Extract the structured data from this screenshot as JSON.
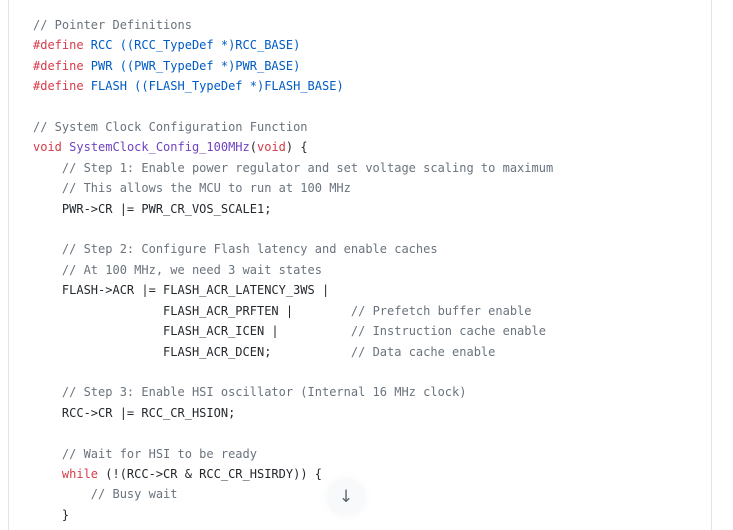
{
  "colors": {
    "comment": "#6a737d",
    "keyword": "#d73a49",
    "constant": "#005cc5",
    "function": "#6f42c1",
    "plain": "#24292e",
    "border": "#e1e4e8",
    "background": "#ffffff",
    "scroll_button_bg": "#f7f9fa",
    "scroll_button_arrow": "#5a6570"
  },
  "scroll_button": {
    "icon": "down-arrow-icon",
    "glyph": "↓"
  },
  "code": {
    "language": "c",
    "lines": [
      {
        "segs": [
          [
            "c",
            "// Pointer Definitions"
          ]
        ]
      },
      {
        "segs": [
          [
            "k",
            "#define"
          ],
          [
            "b",
            " RCC ((RCC_TypeDef *)RCC_BASE)"
          ]
        ]
      },
      {
        "segs": [
          [
            "k",
            "#define"
          ],
          [
            "b",
            " PWR ((PWR_TypeDef *)PWR_BASE)"
          ]
        ]
      },
      {
        "segs": [
          [
            "k",
            "#define"
          ],
          [
            "b",
            " FLASH ((FLASH_TypeDef *)FLASH_BASE)"
          ]
        ]
      },
      {
        "segs": []
      },
      {
        "segs": [
          [
            "c",
            "// System Clock Configuration Function"
          ]
        ]
      },
      {
        "segs": [
          [
            "k",
            "void"
          ],
          [
            "p",
            " "
          ],
          [
            "f",
            "SystemClock_Config_100MHz"
          ],
          [
            "p",
            "("
          ],
          [
            "k",
            "void"
          ],
          [
            "p",
            ") {"
          ]
        ]
      },
      {
        "segs": [
          [
            "c",
            "    // Step 1: Enable power regulator and set voltage scaling to maximum"
          ]
        ]
      },
      {
        "segs": [
          [
            "c",
            "    // This allows the MCU to run at 100 MHz"
          ]
        ]
      },
      {
        "segs": [
          [
            "p",
            "    PWR->CR |= PWR_CR_VOS_SCALE1;"
          ]
        ]
      },
      {
        "segs": []
      },
      {
        "segs": [
          [
            "c",
            "    // Step 2: Configure Flash latency and enable caches"
          ]
        ]
      },
      {
        "segs": [
          [
            "c",
            "    // At 100 MHz, we need 3 wait states"
          ]
        ]
      },
      {
        "segs": [
          [
            "p",
            "    FLASH->ACR |= FLASH_ACR_LATENCY_3WS |"
          ]
        ]
      },
      {
        "segs": [
          [
            "p",
            "                  FLASH_ACR_PRFTEN |        "
          ],
          [
            "c",
            "// Prefetch buffer enable"
          ]
        ]
      },
      {
        "segs": [
          [
            "p",
            "                  FLASH_ACR_ICEN |          "
          ],
          [
            "c",
            "// Instruction cache enable"
          ]
        ]
      },
      {
        "segs": [
          [
            "p",
            "                  FLASH_ACR_DCEN;           "
          ],
          [
            "c",
            "// Data cache enable"
          ]
        ]
      },
      {
        "segs": []
      },
      {
        "segs": [
          [
            "c",
            "    // Step 3: Enable HSI oscillator (Internal 16 MHz clock)"
          ]
        ]
      },
      {
        "segs": [
          [
            "p",
            "    RCC->CR |= RCC_CR_HSION;"
          ]
        ]
      },
      {
        "segs": []
      },
      {
        "segs": [
          [
            "c",
            "    // Wait for HSI to be ready"
          ]
        ]
      },
      {
        "segs": [
          [
            "p",
            "    "
          ],
          [
            "k",
            "while"
          ],
          [
            "p",
            " (!(RCC->CR & RCC_CR_HSIRDY)) {"
          ]
        ]
      },
      {
        "segs": [
          [
            "c",
            "        // Busy wait"
          ]
        ]
      },
      {
        "segs": [
          [
            "p",
            "    }"
          ]
        ]
      }
    ]
  }
}
